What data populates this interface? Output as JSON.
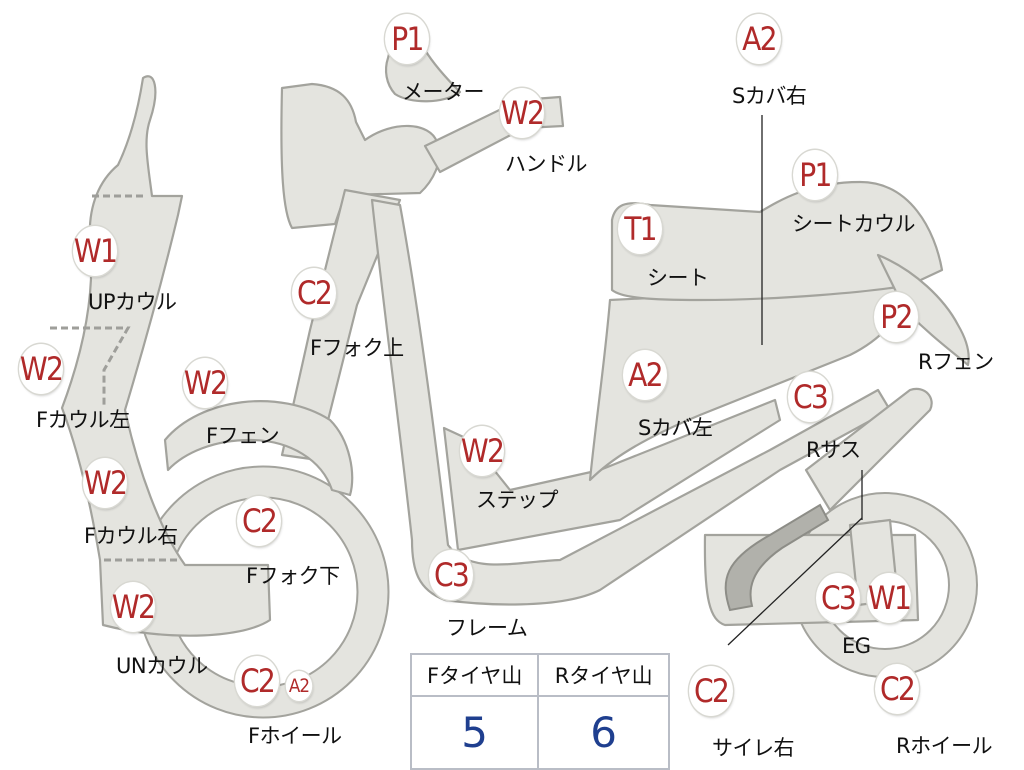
{
  "parts": [
    {
      "id": "meter",
      "code": "P1",
      "label": "メーター"
    },
    {
      "id": "handle",
      "code": "W2",
      "label": "ハンドル"
    },
    {
      "id": "s-cover-right",
      "code": "A2",
      "label": "Sカバ右"
    },
    {
      "id": "seat-cowl",
      "code": "P1",
      "label": "シートカウル"
    },
    {
      "id": "seat",
      "code": "T1",
      "label": "シート"
    },
    {
      "id": "up-cowl",
      "code": "W1",
      "label": "UPカウル"
    },
    {
      "id": "f-fork-upper",
      "code": "C2",
      "label": "Fフォク上"
    },
    {
      "id": "r-fender",
      "code": "P2",
      "label": "Rフェン"
    },
    {
      "id": "f-cowl-left",
      "code": "W2",
      "label": "Fカウル左"
    },
    {
      "id": "f-fender",
      "code": "W2",
      "label": "Fフェン"
    },
    {
      "id": "s-cover-left",
      "code": "A2",
      "label": "Sカバ左"
    },
    {
      "id": "r-suspension",
      "code": "C3",
      "label": "Rサス"
    },
    {
      "id": "step",
      "code": "W2",
      "label": "ステップ"
    },
    {
      "id": "f-cowl-right",
      "code": "W2",
      "label": "Fカウル右"
    },
    {
      "id": "f-fork-lower",
      "code": "C2",
      "label": "Fフォク下"
    },
    {
      "id": "frame",
      "code": "C3",
      "label": "フレーム"
    },
    {
      "id": "engine",
      "codes": [
        "C3",
        "W1"
      ],
      "label": "EG"
    },
    {
      "id": "un-cowl",
      "code": "W2",
      "label": "UNカウル"
    },
    {
      "id": "f-wheel",
      "codes": [
        "C2",
        "A2"
      ],
      "label": "Fホイール"
    },
    {
      "id": "muffler-right",
      "code": "C2",
      "label": "サイレ右"
    },
    {
      "id": "r-wheel",
      "code": "C2",
      "label": "Rホイール"
    }
  ],
  "tire_table": {
    "headers": [
      "Fタイヤ山",
      "Rタイヤ山"
    ],
    "values": [
      "5",
      "6"
    ]
  },
  "colors": {
    "code": "#b02a2a",
    "tire_value": "#1f3f8f",
    "part_fill": "#e4e4df"
  }
}
